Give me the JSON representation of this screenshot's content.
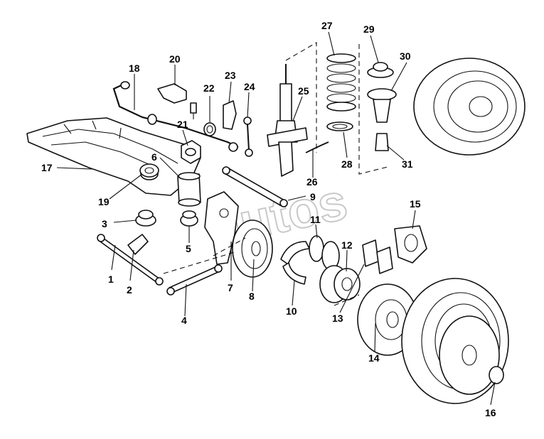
{
  "watermark": "autos",
  "callouts": {
    "c1": "1",
    "c2": "2",
    "c3": "3",
    "c4": "4",
    "c5": "5",
    "c6": "6",
    "c7": "7",
    "c8": "8",
    "c9": "9",
    "c10": "10",
    "c11": "11",
    "c12": "12",
    "c13": "13",
    "c14": "14",
    "c15": "15",
    "c16": "16",
    "c17": "17",
    "c18": "18",
    "c19": "19",
    "c20": "20",
    "c21": "21",
    "c22": "22",
    "c23": "23",
    "c24": "24",
    "c25": "25",
    "c26": "26",
    "c27": "27",
    "c28": "28",
    "c29": "29",
    "c30": "30",
    "c31": "31"
  },
  "colors": {
    "line": "#111111",
    "background": "#ffffff",
    "watermark": "#c9c9c9"
  }
}
